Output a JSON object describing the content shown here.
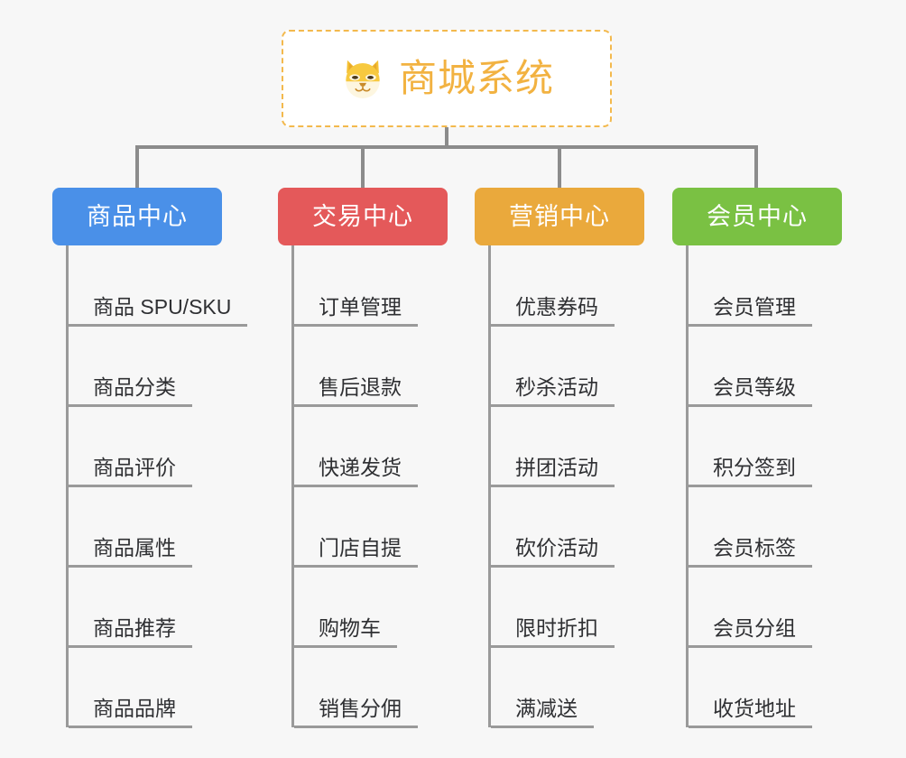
{
  "page": {
    "background_color": "#f7f7f7",
    "type": "mindmap-tree"
  },
  "root": {
    "title": "商城系统",
    "icon": "shiba-dog-emoji",
    "text_color": "#f2b241",
    "border_color": "#f3b94d",
    "background_color": "#ffffff"
  },
  "connector": {
    "color": "#8c8c8c"
  },
  "columns": [
    {
      "header": "商品中心",
      "color": "#4a90e8",
      "items": [
        "商品 SPU/SKU",
        "商品分类",
        "商品评价",
        "商品属性",
        "商品推荐",
        "商品品牌"
      ]
    },
    {
      "header": "交易中心",
      "color": "#e4595a",
      "items": [
        "订单管理",
        "售后退款",
        "快递发货",
        "门店自提",
        "购物车",
        "销售分佣"
      ]
    },
    {
      "header": "营销中心",
      "color": "#eaa93c",
      "items": [
        "优惠券码",
        "秒杀活动",
        "拼团活动",
        "砍价活动",
        "限时折扣",
        "满减送"
      ]
    },
    {
      "header": "会员中心",
      "color": "#7ac143",
      "items": [
        "会员管理",
        "会员等级",
        "积分签到",
        "会员标签",
        "会员分组",
        "收货地址"
      ]
    }
  ]
}
